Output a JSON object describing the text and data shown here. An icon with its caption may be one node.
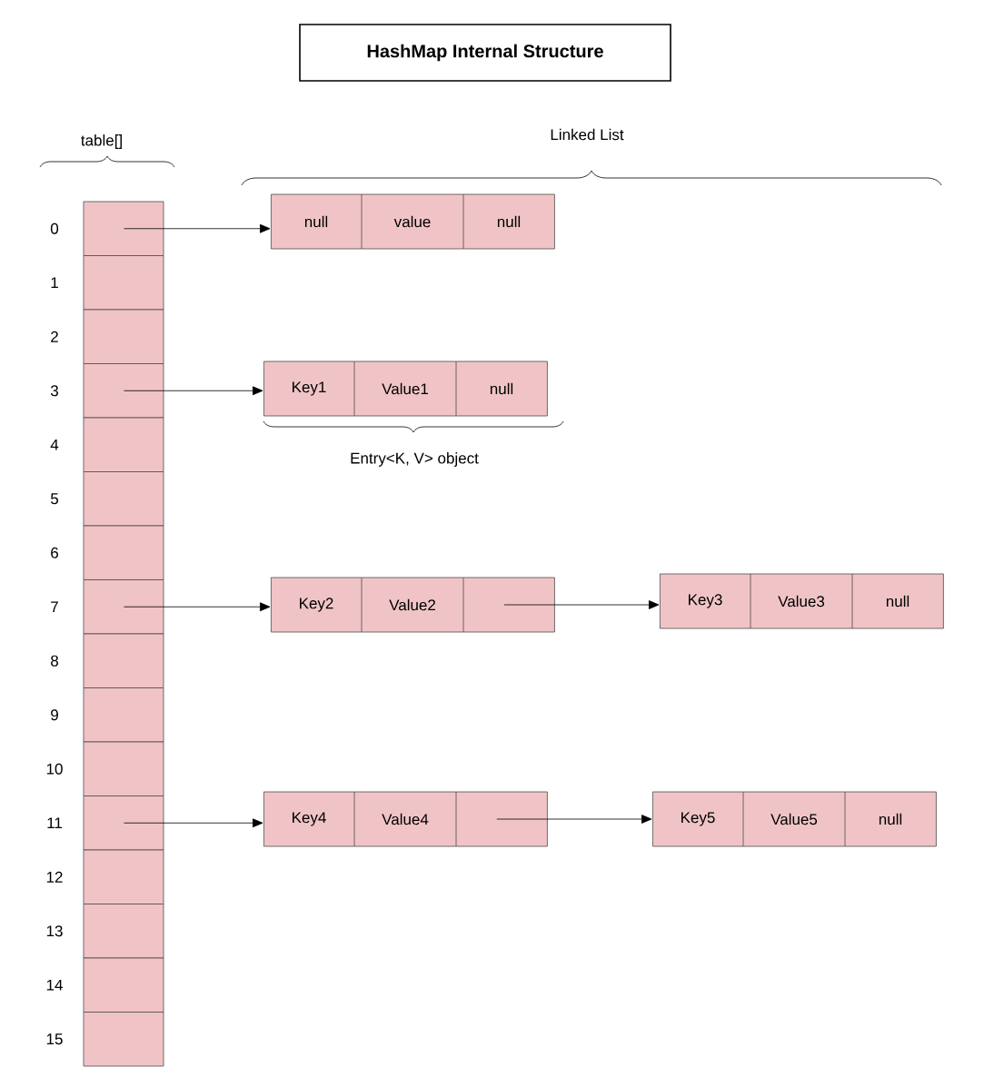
{
  "diagram": {
    "title": "HashMap Internal Structure",
    "nodes": [
      {
        "text": [],
        "shape": "box",
        "beside": [
          "0"
        ]
      },
      {
        "text": [],
        "shape": "box",
        "beside": [
          "1"
        ]
      },
      {
        "text": [],
        "shape": "box",
        "beside": [
          "2"
        ]
      },
      {
        "text": [],
        "shape": "box",
        "beside": [
          "3"
        ]
      },
      {
        "text": [],
        "shape": "box",
        "beside": [
          "4"
        ]
      },
      {
        "text": [],
        "shape": "box",
        "beside": [
          "5"
        ]
      },
      {
        "text": [],
        "shape": "box",
        "beside": [
          "6"
        ]
      },
      {
        "text": [],
        "shape": "box",
        "beside": [
          "7"
        ]
      },
      {
        "text": [],
        "shape": "box",
        "beside": [
          "8"
        ]
      },
      {
        "text": [],
        "shape": "box",
        "beside": [
          "9"
        ]
      },
      {
        "text": [],
        "shape": "box",
        "beside": [
          "10"
        ]
      },
      {
        "text": [],
        "shape": "box",
        "beside": [
          "11"
        ]
      },
      {
        "text": [],
        "shape": "box",
        "beside": [
          "12"
        ]
      },
      {
        "text": [],
        "shape": "box",
        "beside": [
          "13"
        ]
      },
      {
        "text": [],
        "shape": "box",
        "beside": [
          "14"
        ]
      },
      {
        "text": [],
        "shape": "box",
        "beside": [
          "15"
        ]
      },
      {
        "text": [
          "null",
          "value",
          "null"
        ]
      },
      {
        "text": [
          "Key1",
          "Value1",
          "null"
        ]
      },
      {
        "text": [
          "Key2",
          "Value2"
        ]
      },
      {
        "text": [
          "Key3",
          "Value3",
          "null"
        ]
      },
      {
        "text": [
          "Key4",
          "Value4"
        ]
      },
      {
        "text": [
          "Key5",
          "Value5",
          "null"
        ]
      }
    ],
    "edges": [
      {
        "from": 0,
        "to": 16,
        "arrow": "to"
      },
      {
        "from": 3,
        "to": 17,
        "arrow": "to"
      },
      {
        "from": 7,
        "to": 18,
        "arrow": "to"
      },
      {
        "from": 18,
        "to": 19,
        "arrow": "to"
      },
      {
        "from": 11,
        "to": 20,
        "arrow": "to"
      },
      {
        "from": 20,
        "to": 21,
        "arrow": "to"
      }
    ],
    "labels": [
      "table[]",
      "Linked List",
      "Entry<K, V> object"
    ]
  }
}
